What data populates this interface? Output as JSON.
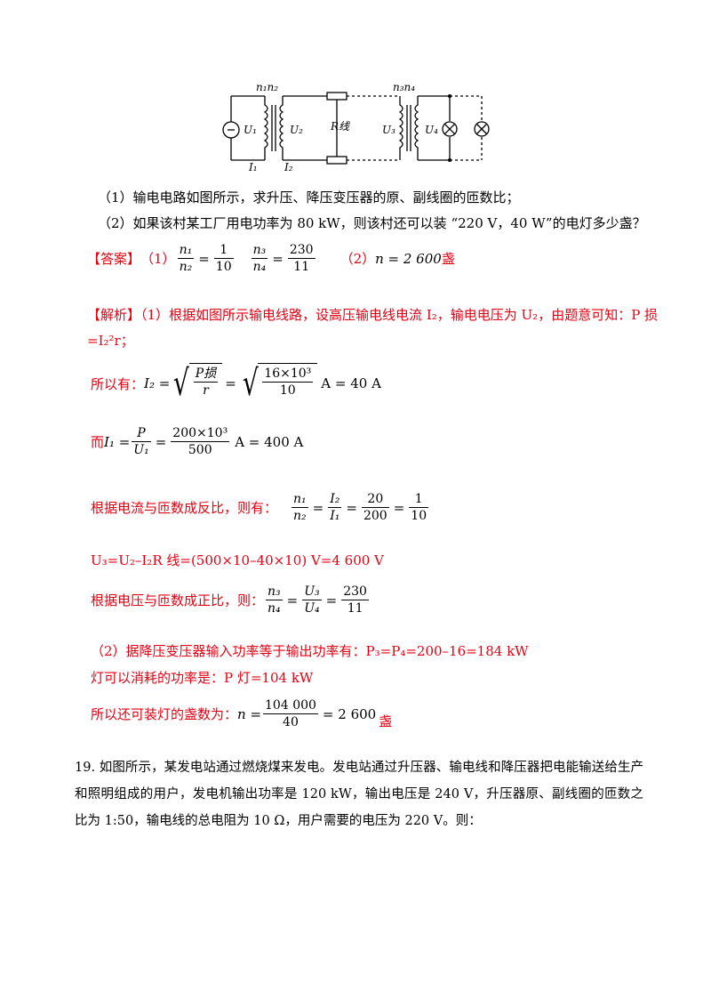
{
  "circuit": {
    "labels": {
      "n1n2": "n₁n₂",
      "n3n4": "n₃n₄",
      "U1": "U₁",
      "U2": "U₂",
      "U3": "U₃",
      "U4": "U₄",
      "R": "R线",
      "I1": "I₁",
      "I2": "I₂"
    }
  },
  "question": {
    "q1": "（1）输电电路如图所示，求升压、降压变压器的原、副线圈的匝数比；",
    "q2": "（2）如果该村某工厂用电功率为 80 kW，则该村还可以装 “220 V，40 W”的电灯多少盏？"
  },
  "answer": {
    "label": "【答案】",
    "p1": "（1）",
    "p2": "（2）",
    "frac1": {
      "num": "n₁",
      "den": "n₂",
      "rnum": "1",
      "rden": "10"
    },
    "frac2": {
      "num": "n₃",
      "den": "n₄",
      "rnum": "230",
      "rden": "11"
    },
    "n_expr": "n = 2 600",
    "unit": "盏"
  },
  "analysis": {
    "label": "【解析】",
    "line1": "（1）根据如图所示输电线路，设高压输电线电流 I₂，输电电压为 U₂，由题意可知：P 损",
    "line2": "=I₂²r；",
    "so": "所以有：",
    "i2_lhs": "I₂ =",
    "i2_num": "P损",
    "i2_den": "r",
    "i2_num2": "16×10³",
    "i2_den2": "10",
    "i2_result": "A = 40 A",
    "er": "而",
    "i1_lhs": "I₁ =",
    "i1_num": "P",
    "i1_den": "U₁",
    "i1_num2": "200×10³",
    "i1_den2": "500",
    "i1_result": "A = 400 A",
    "inverse": "根据电流与匝数成反比，则有：",
    "inv_n": {
      "num": "n₁",
      "den": "n₂"
    },
    "inv_i": {
      "num": "I₂",
      "den": "I₁"
    },
    "inv_v": {
      "num": "20",
      "den": "200"
    },
    "inv_r": {
      "num": "1",
      "den": "10"
    },
    "u3": "U₃=U₂–I₂R 线=(500×10–40×10) V=4 600 V",
    "direct": "根据电压与匝数成正比，则：",
    "dir_n": {
      "num": "n₃",
      "den": "n₄"
    },
    "dir_u": {
      "num": "U₃",
      "den": "U₄"
    },
    "dir_r": {
      "num": "230",
      "den": "11"
    },
    "part2": "（2）据降压变压器输入功率等于输出功率有：P₃=P₄=200–16=184 kW",
    "lamp_power": "灯可以消耗的功率是：P 灯=104 kW",
    "count_label": "所以还可装灯的盏数为：",
    "count_lhs": "n =",
    "count_num": "104 000",
    "count_den": "40",
    "count_result": "= 2 600",
    "count_unit": "盏"
  },
  "q19": {
    "text": "19. 如图所示，某发电站通过燃烧煤来发电。发电站通过升压器、输电线和降压器把电能输送给生产和照明组成的用户，发电机输出功率是 120 kW，输出电压是 240 V，升压器原、副线圈的匝数之比为 1:50，输电线的总电阻为 10 Ω，用户需要的电压为 220 V。则："
  }
}
